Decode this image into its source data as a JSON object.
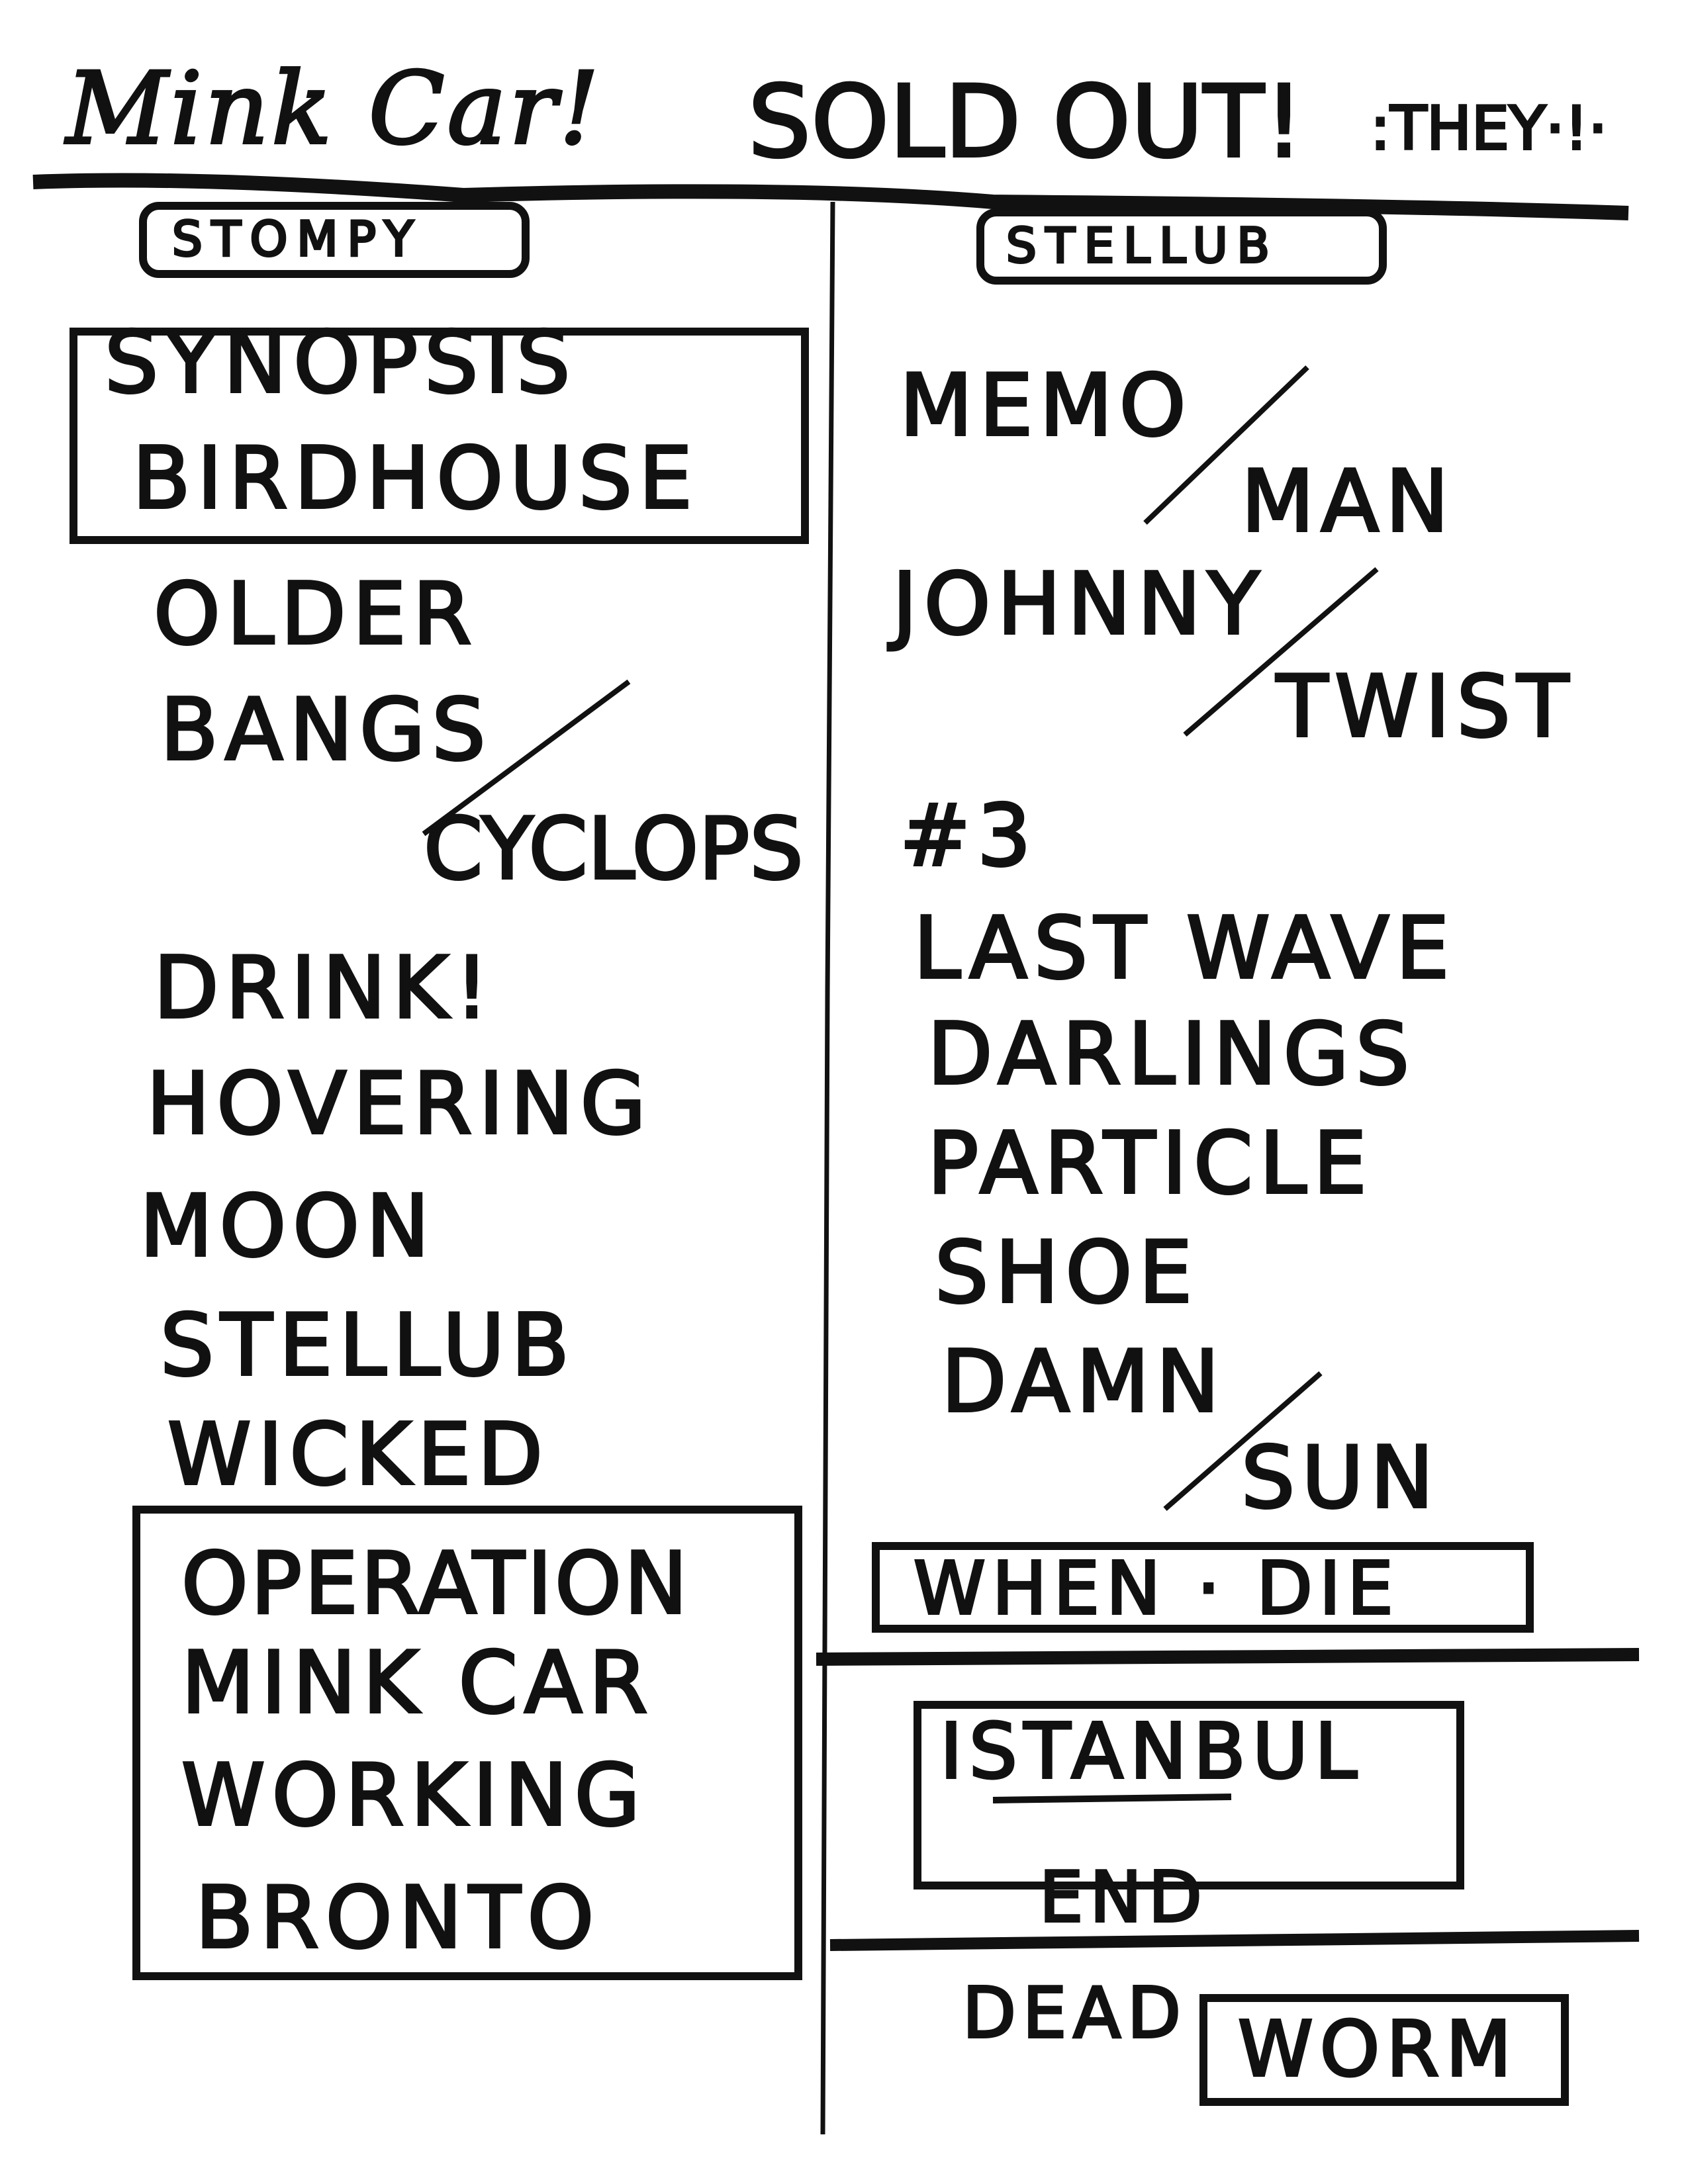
{
  "header": {
    "title": "Mink Car!",
    "sold_out": "SOLD OUT!",
    "they": ":THEY·!·"
  },
  "left_column": {
    "label": "STOMPY",
    "songs": [
      "SYNOPSIS",
      "BIRDHOUSE",
      "OLDER",
      "BANGS",
      "CYCLOPS",
      "DRINK!",
      "HOVERING",
      "MOON",
      "STELLUB",
      "WICKED",
      "OPERATION",
      "MINK CAR",
      "WORKING",
      "BRONTO"
    ]
  },
  "right_column": {
    "label": "STELLUB",
    "songs": [
      "MEMO",
      "MAN",
      "JOHNNY",
      "TWIST",
      "#3",
      "LAST WAVE",
      "DARLINGS",
      "PARTICLE",
      "SHOE",
      "DAMN",
      "SUN",
      "WHEN · DIE"
    ],
    "encore1": [
      "ISTANBUL",
      "END"
    ],
    "encore2": [
      "DEAD",
      "WORM"
    ]
  }
}
